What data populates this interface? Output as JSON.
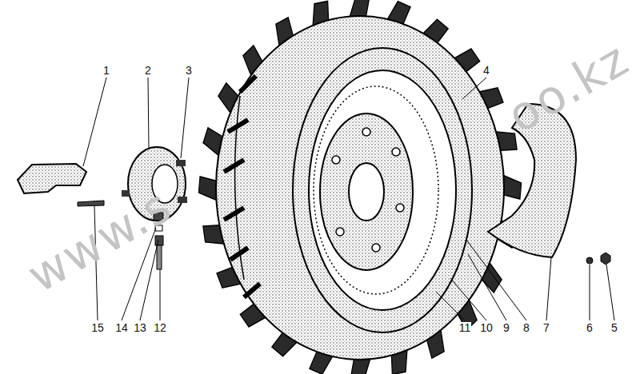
{
  "diagram": {
    "labels": [
      "1",
      "2",
      "3",
      "4",
      "5",
      "6",
      "7",
      "8",
      "9",
      "10",
      "11",
      "12",
      "13",
      "14",
      "15",
      "www.s",
      "oo.kz"
    ]
  }
}
